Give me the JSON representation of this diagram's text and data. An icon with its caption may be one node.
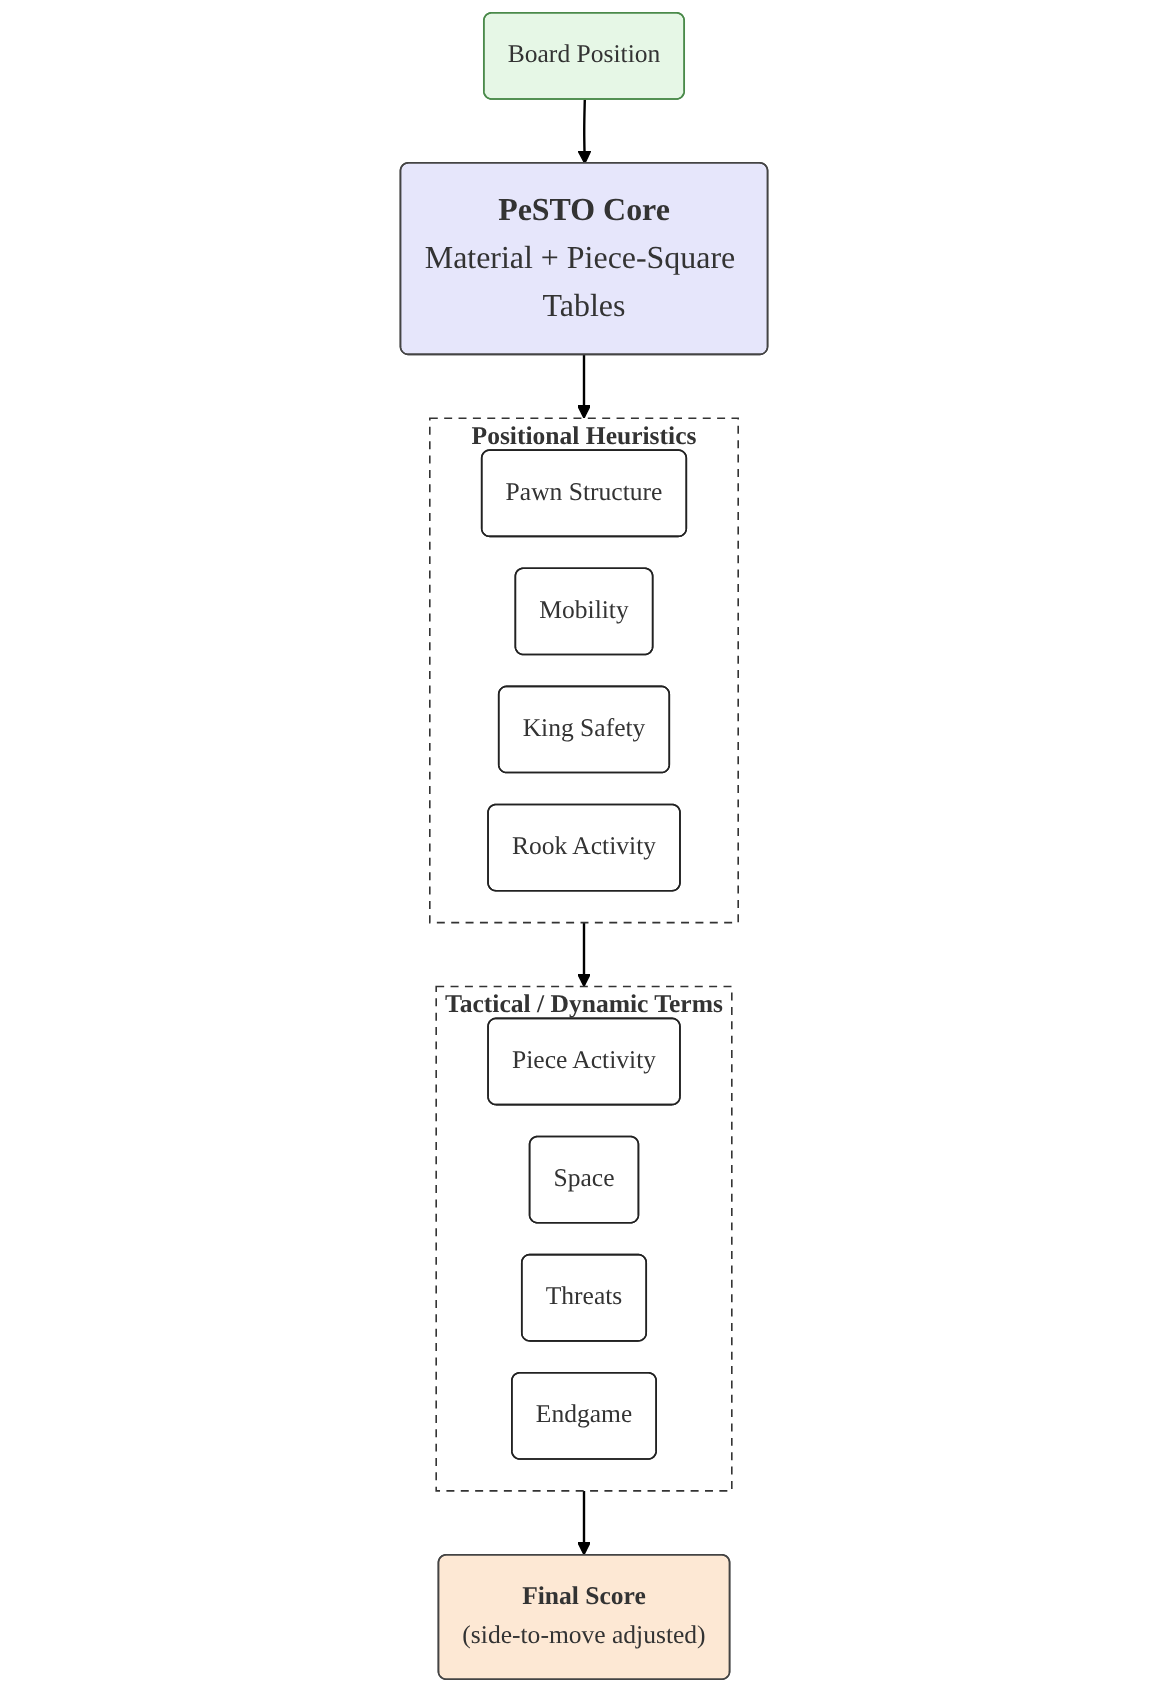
{
  "diagram": {
    "nodes": [
      {
        "text": [
          "Board Position"
        ]
      },
      {
        "text": [
          "PeSTO Core",
          "Material + Piece-Square Tables"
        ]
      },
      {
        "text": [
          "Positional Heuristics"
        ]
      },
      {
        "text": [
          "Pawn Structure"
        ],
        "in": 2
      },
      {
        "text": [
          "Mobility"
        ],
        "in": 2
      },
      {
        "text": [
          "King Safety"
        ],
        "in": 2
      },
      {
        "text": [
          "Rook Activity"
        ],
        "in": 2
      },
      {
        "text": [
          "Tactical / Dynamic Terms"
        ]
      },
      {
        "text": [
          "Piece Activity"
        ],
        "in": 7
      },
      {
        "text": [
          "Space"
        ],
        "in": 7
      },
      {
        "text": [
          "Threats"
        ],
        "in": 7
      },
      {
        "text": [
          "Endgame"
        ],
        "in": 7
      },
      {
        "text": [
          "Final Score",
          "(side-to-move adjusted)"
        ]
      }
    ],
    "edges": [
      {
        "from": 0,
        "to": 1,
        "arrow": "to"
      },
      {
        "from": 1,
        "to": 2,
        "arrow": "to"
      },
      {
        "from": 2,
        "to": 7,
        "arrow": "to"
      },
      {
        "from": 7,
        "to": 12,
        "arrow": "to"
      }
    ]
  }
}
